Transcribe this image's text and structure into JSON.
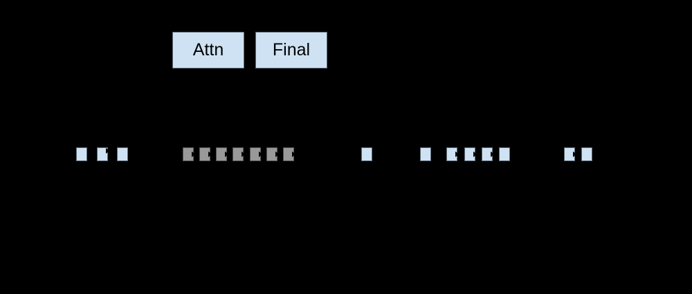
{
  "diagram": {
    "background": "#000000",
    "colors": {
      "box_fill": "#cfe2f3",
      "box_border": "#5f6b78",
      "token_gray": "#999999",
      "text": "#000000"
    },
    "labels": [
      {
        "id": "attn",
        "text": "Attn"
      },
      {
        "id": "final",
        "text": "Final"
      }
    ],
    "token_groups": [
      {
        "name": "group-1",
        "color": "blue",
        "count": 3
      },
      {
        "name": "group-2",
        "color": "gray",
        "count": 7
      },
      {
        "name": "group-3",
        "color": "blue",
        "count": 1
      },
      {
        "name": "group-4",
        "color": "blue",
        "count": 5
      },
      {
        "name": "group-5",
        "color": "blue",
        "count": 2
      }
    ]
  }
}
